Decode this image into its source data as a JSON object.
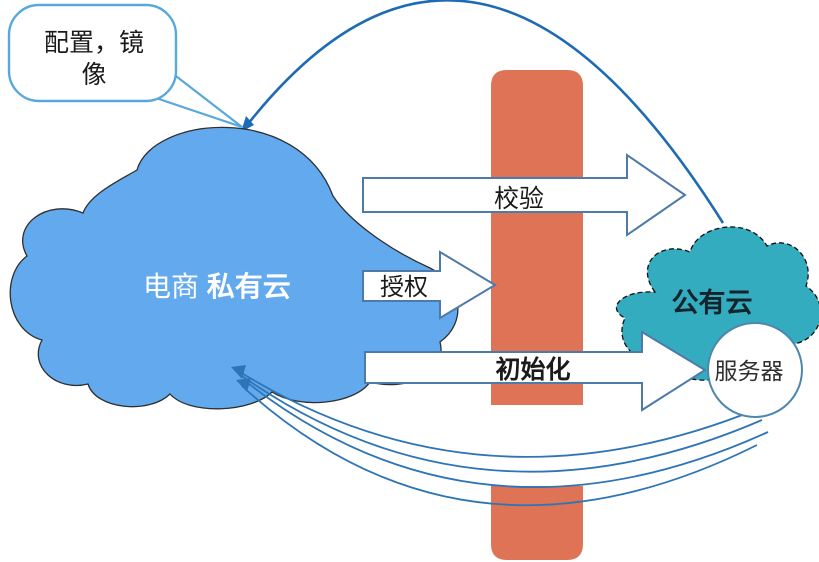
{
  "callout": {
    "line1": "配置，镜",
    "line2": "像"
  },
  "private_cloud": {
    "label_regular": "电商",
    "label_bold": "私有云"
  },
  "public_cloud": {
    "label": "公有云"
  },
  "server": {
    "label": "服务器"
  },
  "arrows": {
    "verify_label": "校验",
    "authorize_label": "授权",
    "initialize_label": "初始化"
  },
  "colors": {
    "private_cloud": "#62a9ed",
    "public_cloud": "#33acc0",
    "barrier": "#de7355",
    "arrow_border": "#4e7aa9",
    "arrow_fill": "#ffffff",
    "arc": "#1d6bb4",
    "return_curves": "#2e75b6",
    "callout_border": "#58a8dd",
    "server_circle_border": "#4e86ad",
    "private_cloud_text": "#ffffff",
    "dark_text": "#1a1a1a"
  }
}
